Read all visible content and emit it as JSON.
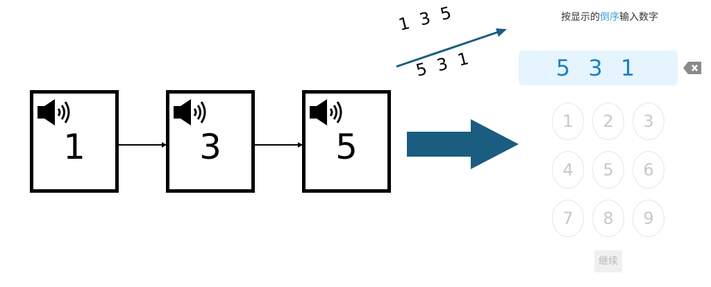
{
  "sequence_boxes": [
    {
      "value": "1",
      "icon": "speaker-icon"
    },
    {
      "value": "3",
      "icon": "speaker-icon"
    },
    {
      "value": "5",
      "icon": "speaker-icon"
    }
  ],
  "reverse_illustration": {
    "forward": [
      "1",
      "3",
      "5"
    ],
    "reversed": [
      "5",
      "3",
      "1"
    ]
  },
  "colors": {
    "arrow": "#1a5d80",
    "highlight": "#3aa0dc",
    "answer_text": "#1b7fc4",
    "answer_bg": "#e5f4fd"
  },
  "panel": {
    "title_pre": "按显示的",
    "title_highlight": "倒序",
    "title_post": "输入数字",
    "answer": "5 3 1",
    "keys": [
      "1",
      "2",
      "3",
      "4",
      "5",
      "6",
      "7",
      "8",
      "9"
    ],
    "continue_label": "继续",
    "backspace_icon": "backspace-icon"
  }
}
